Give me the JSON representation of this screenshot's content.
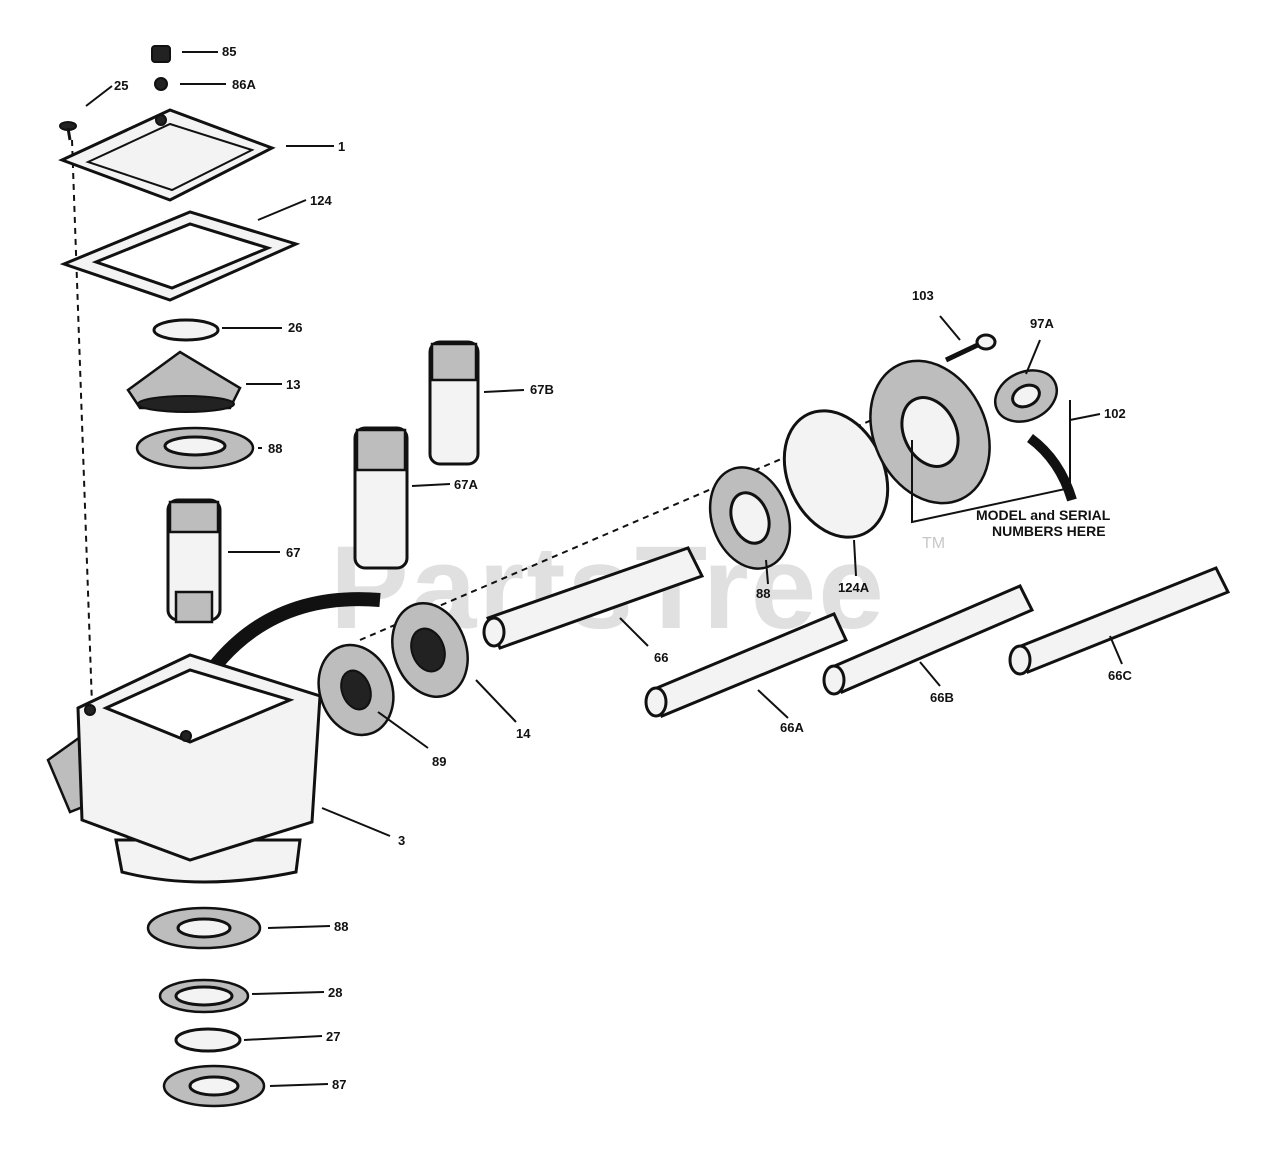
{
  "labels": {
    "p85": "85",
    "p86a": "86A",
    "p25": "25",
    "p1": "1",
    "p124": "124",
    "p26": "26",
    "p13": "13",
    "p88_top": "88",
    "p67b": "67B",
    "p67a": "67A",
    "p67": "67",
    "p103": "103",
    "p97a": "97A",
    "p102": "102",
    "p124a": "124A",
    "p88_mid": "88",
    "p66": "66",
    "p66a": "66A",
    "p66b": "66B",
    "p66c": "66C",
    "p14": "14",
    "p89": "89",
    "p3": "3",
    "p88_bot": "88",
    "p28": "28",
    "p27": "27",
    "p87": "87"
  },
  "note": {
    "line1": "MODEL and SERIAL",
    "line2": "NUMBERS HERE"
  },
  "watermark": {
    "text": "PartsTree",
    "tm": "TM"
  }
}
